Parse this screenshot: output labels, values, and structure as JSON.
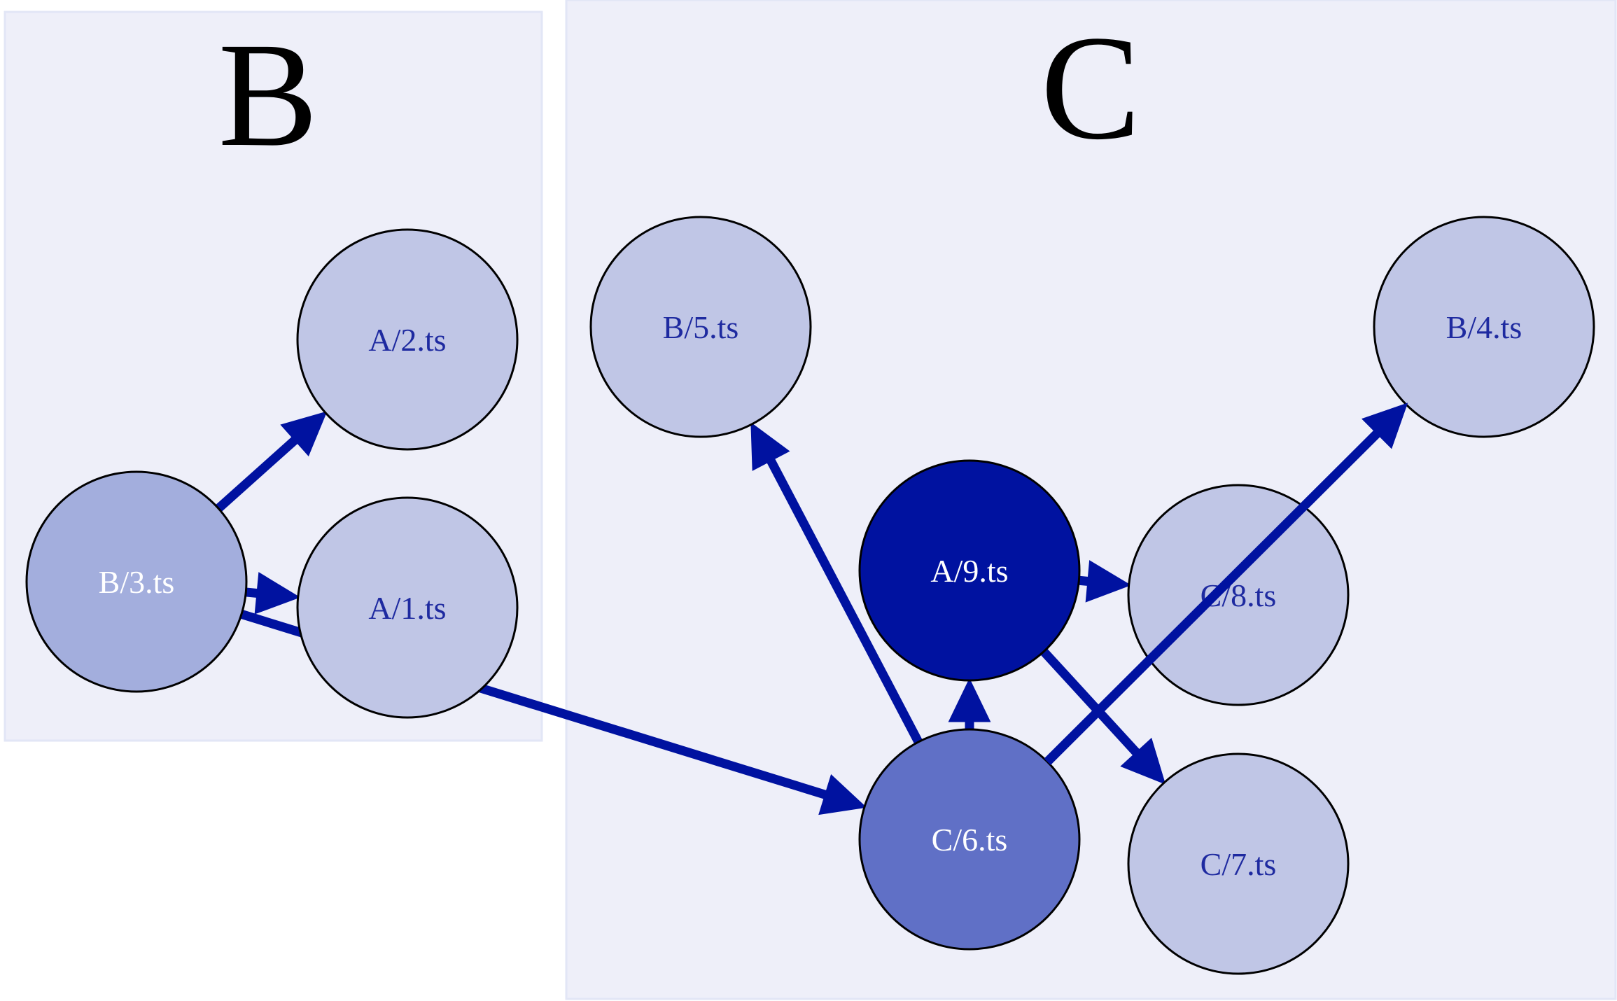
{
  "colors": {
    "page_background": "#ffffff",
    "cluster_fill": "#eeeff9",
    "cluster_border": "#e2e6f6",
    "cluster_title": "#000000",
    "edge": "#0012a0",
    "node_outline": "#000000",
    "label_dark": "#1e2aa0",
    "label_light": "#ffffff"
  },
  "clusters": [
    {
      "id": "B",
      "title": "B"
    },
    {
      "id": "C",
      "title": "C"
    }
  ],
  "nodes": [
    {
      "id": "A/2.ts",
      "label": "A/2.ts",
      "cluster": "B",
      "fill": "#c0c6e6",
      "text_color": "#1e2aa0"
    },
    {
      "id": "A/1.ts",
      "label": "A/1.ts",
      "cluster": "B",
      "fill": "#c0c6e6",
      "text_color": "#1e2aa0"
    },
    {
      "id": "B/3.ts",
      "label": "B/3.ts",
      "cluster": "B",
      "fill": "#a3aedd",
      "text_color": "#ffffff"
    },
    {
      "id": "B/5.ts",
      "label": "B/5.ts",
      "cluster": "C",
      "fill": "#c0c6e6",
      "text_color": "#1e2aa0"
    },
    {
      "id": "B/4.ts",
      "label": "B/4.ts",
      "cluster": "C",
      "fill": "#c0c6e6",
      "text_color": "#1e2aa0"
    },
    {
      "id": "A/9.ts",
      "label": "A/9.ts",
      "cluster": "C",
      "fill": "#0012a0",
      "text_color": "#ffffff"
    },
    {
      "id": "C/8.ts",
      "label": "C/8.ts",
      "cluster": "C",
      "fill": "#c0c6e6",
      "text_color": "#1e2aa0"
    },
    {
      "id": "C/6.ts",
      "label": "C/6.ts",
      "cluster": "C",
      "fill": "#6070c6",
      "text_color": "#ffffff"
    },
    {
      "id": "C/7.ts",
      "label": "C/7.ts",
      "cluster": "C",
      "fill": "#c0c6e6",
      "text_color": "#1e2aa0"
    }
  ],
  "edges": [
    {
      "from": "B/3.ts",
      "to": "A/2.ts"
    },
    {
      "from": "B/3.ts",
      "to": "A/1.ts"
    },
    {
      "from": "B/3.ts",
      "to": "C/6.ts"
    },
    {
      "from": "C/6.ts",
      "to": "B/5.ts"
    },
    {
      "from": "C/6.ts",
      "to": "A/9.ts"
    },
    {
      "from": "C/6.ts",
      "to": "B/4.ts"
    },
    {
      "from": "A/9.ts",
      "to": "C/8.ts"
    },
    {
      "from": "A/9.ts",
      "to": "C/7.ts"
    }
  ]
}
